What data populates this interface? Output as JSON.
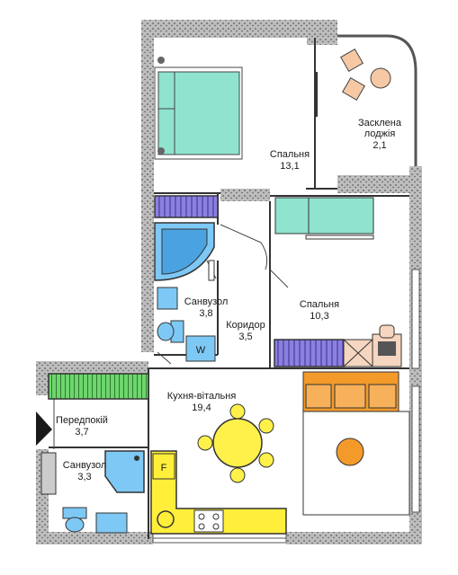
{
  "rooms": {
    "bedroom_main": {
      "name": "Спальня",
      "area": "13,1"
    },
    "loggia": {
      "name_line1": "Засклена",
      "name_line2": "лоджія",
      "area": "2,1"
    },
    "bathroom_main": {
      "name": "Санвузол",
      "area": "3,8"
    },
    "corridor": {
      "name": "Коридор",
      "area": "3,5"
    },
    "bedroom_second": {
      "name": "Спальня",
      "area": "10,3"
    },
    "kitchen_living": {
      "name": "Кухня-вітальня",
      "area": "19,4"
    },
    "vestibule": {
      "name": "Передпокій",
      "area": "3,7"
    },
    "bathroom_small": {
      "name": "Санвузол",
      "area": "3,3"
    }
  },
  "appliances": {
    "washer": "W",
    "fridge": "F"
  },
  "colors": {
    "bed": "#8fe3cf",
    "wardrobe": "#8b7fe0",
    "bath": "#7ec8f5",
    "sofa": "#f39a2b",
    "table": "#fff04a",
    "kitchen": "#ffef3a",
    "shoe_rack": "#6ed66e",
    "rug_dot": "#f39a2b",
    "desk": "#f6d6c0"
  }
}
